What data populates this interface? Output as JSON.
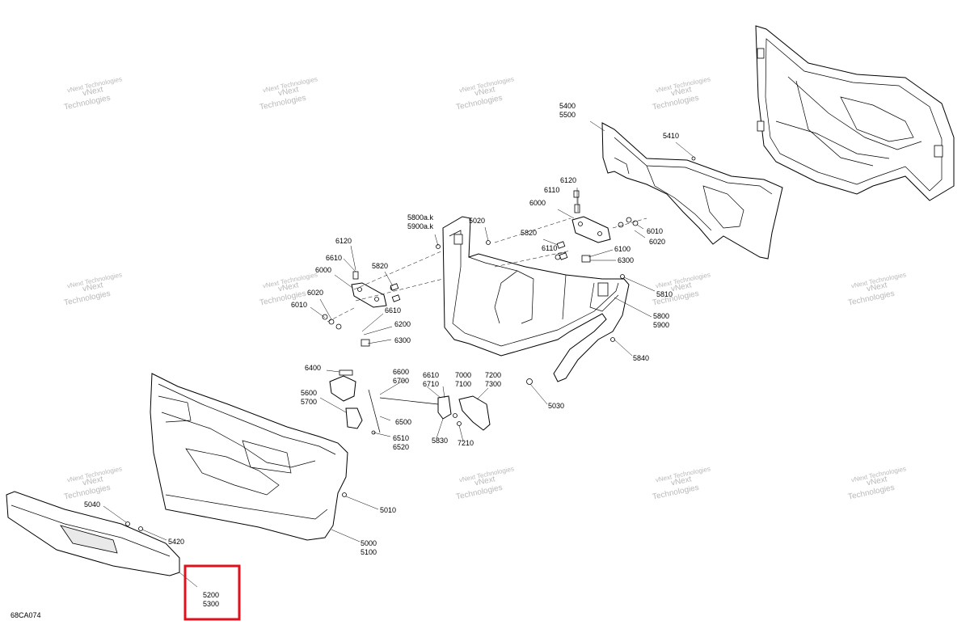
{
  "diagram": {
    "code": "68CA074",
    "highlighted_callout": "5200 / 5300",
    "callouts": [
      {
        "id": "5400-5500",
        "lines": [
          "5400",
          "5500"
        ]
      },
      {
        "id": "5410",
        "lines": [
          "5410"
        ]
      },
      {
        "id": "6120-upper",
        "lines": [
          "6120"
        ]
      },
      {
        "id": "6110-upper",
        "lines": [
          "6110"
        ]
      },
      {
        "id": "6000-upper",
        "lines": [
          "6000"
        ]
      },
      {
        "id": "6010-upper",
        "lines": [
          "6010"
        ]
      },
      {
        "id": "6020-upper",
        "lines": [
          "6020"
        ]
      },
      {
        "id": "6110-mid",
        "lines": [
          "6110"
        ]
      },
      {
        "id": "6100",
        "lines": [
          "6100"
        ]
      },
      {
        "id": "6300-upper",
        "lines": [
          "6300"
        ]
      },
      {
        "id": "5800ak-5900ak",
        "lines": [
          "5800a.k",
          "5900a.k"
        ]
      },
      {
        "id": "5020",
        "lines": [
          "5020"
        ]
      },
      {
        "id": "5820-upper",
        "lines": [
          "5820"
        ]
      },
      {
        "id": "6120-lower",
        "lines": [
          "6120"
        ]
      },
      {
        "id": "6610-upper",
        "lines": [
          "6610"
        ]
      },
      {
        "id": "5820-lower",
        "lines": [
          "5820"
        ]
      },
      {
        "id": "6000-lower",
        "lines": [
          "6000"
        ]
      },
      {
        "id": "6020-lower",
        "lines": [
          "6020"
        ]
      },
      {
        "id": "6010-lower",
        "lines": [
          "6010"
        ]
      },
      {
        "id": "6610-mid",
        "lines": [
          "6610"
        ]
      },
      {
        "id": "6200",
        "lines": [
          "6200"
        ]
      },
      {
        "id": "6300-lower",
        "lines": [
          "6300"
        ]
      },
      {
        "id": "5810",
        "lines": [
          "5810"
        ]
      },
      {
        "id": "5800-5900",
        "lines": [
          "5800",
          "5900"
        ]
      },
      {
        "id": "5840",
        "lines": [
          "5840"
        ]
      },
      {
        "id": "6400",
        "lines": [
          "6400"
        ]
      },
      {
        "id": "6600-6700",
        "lines": [
          "6600",
          "6700"
        ]
      },
      {
        "id": "6610-6710",
        "lines": [
          "6610",
          "6710"
        ]
      },
      {
        "id": "7000-7100",
        "lines": [
          "7000",
          "7100"
        ]
      },
      {
        "id": "7200-7300",
        "lines": [
          "7200",
          "7300"
        ]
      },
      {
        "id": "5600-5700",
        "lines": [
          "5600",
          "5700"
        ]
      },
      {
        "id": "5030",
        "lines": [
          "5030"
        ]
      },
      {
        "id": "6500",
        "lines": [
          "6500"
        ]
      },
      {
        "id": "6510-6520",
        "lines": [
          "6510",
          "6520"
        ]
      },
      {
        "id": "5830",
        "lines": [
          "5830"
        ]
      },
      {
        "id": "7210",
        "lines": [
          "7210"
        ]
      },
      {
        "id": "5010",
        "lines": [
          "5010"
        ]
      },
      {
        "id": "5040",
        "lines": [
          "5040"
        ]
      },
      {
        "id": "5420",
        "lines": [
          "5420"
        ]
      },
      {
        "id": "5000-5100",
        "lines": [
          "5000",
          "5100"
        ]
      },
      {
        "id": "5200-5300",
        "lines": [
          "5200",
          "5300"
        ]
      }
    ],
    "watermark": {
      "line1": "vNext",
      "line2": "Technologies",
      "line3": "vNext Technologies"
    },
    "colors": {
      "line": "#000000",
      "watermark": "#b9b9b9",
      "highlight": "#e0101c",
      "background": "#ffffff"
    }
  }
}
